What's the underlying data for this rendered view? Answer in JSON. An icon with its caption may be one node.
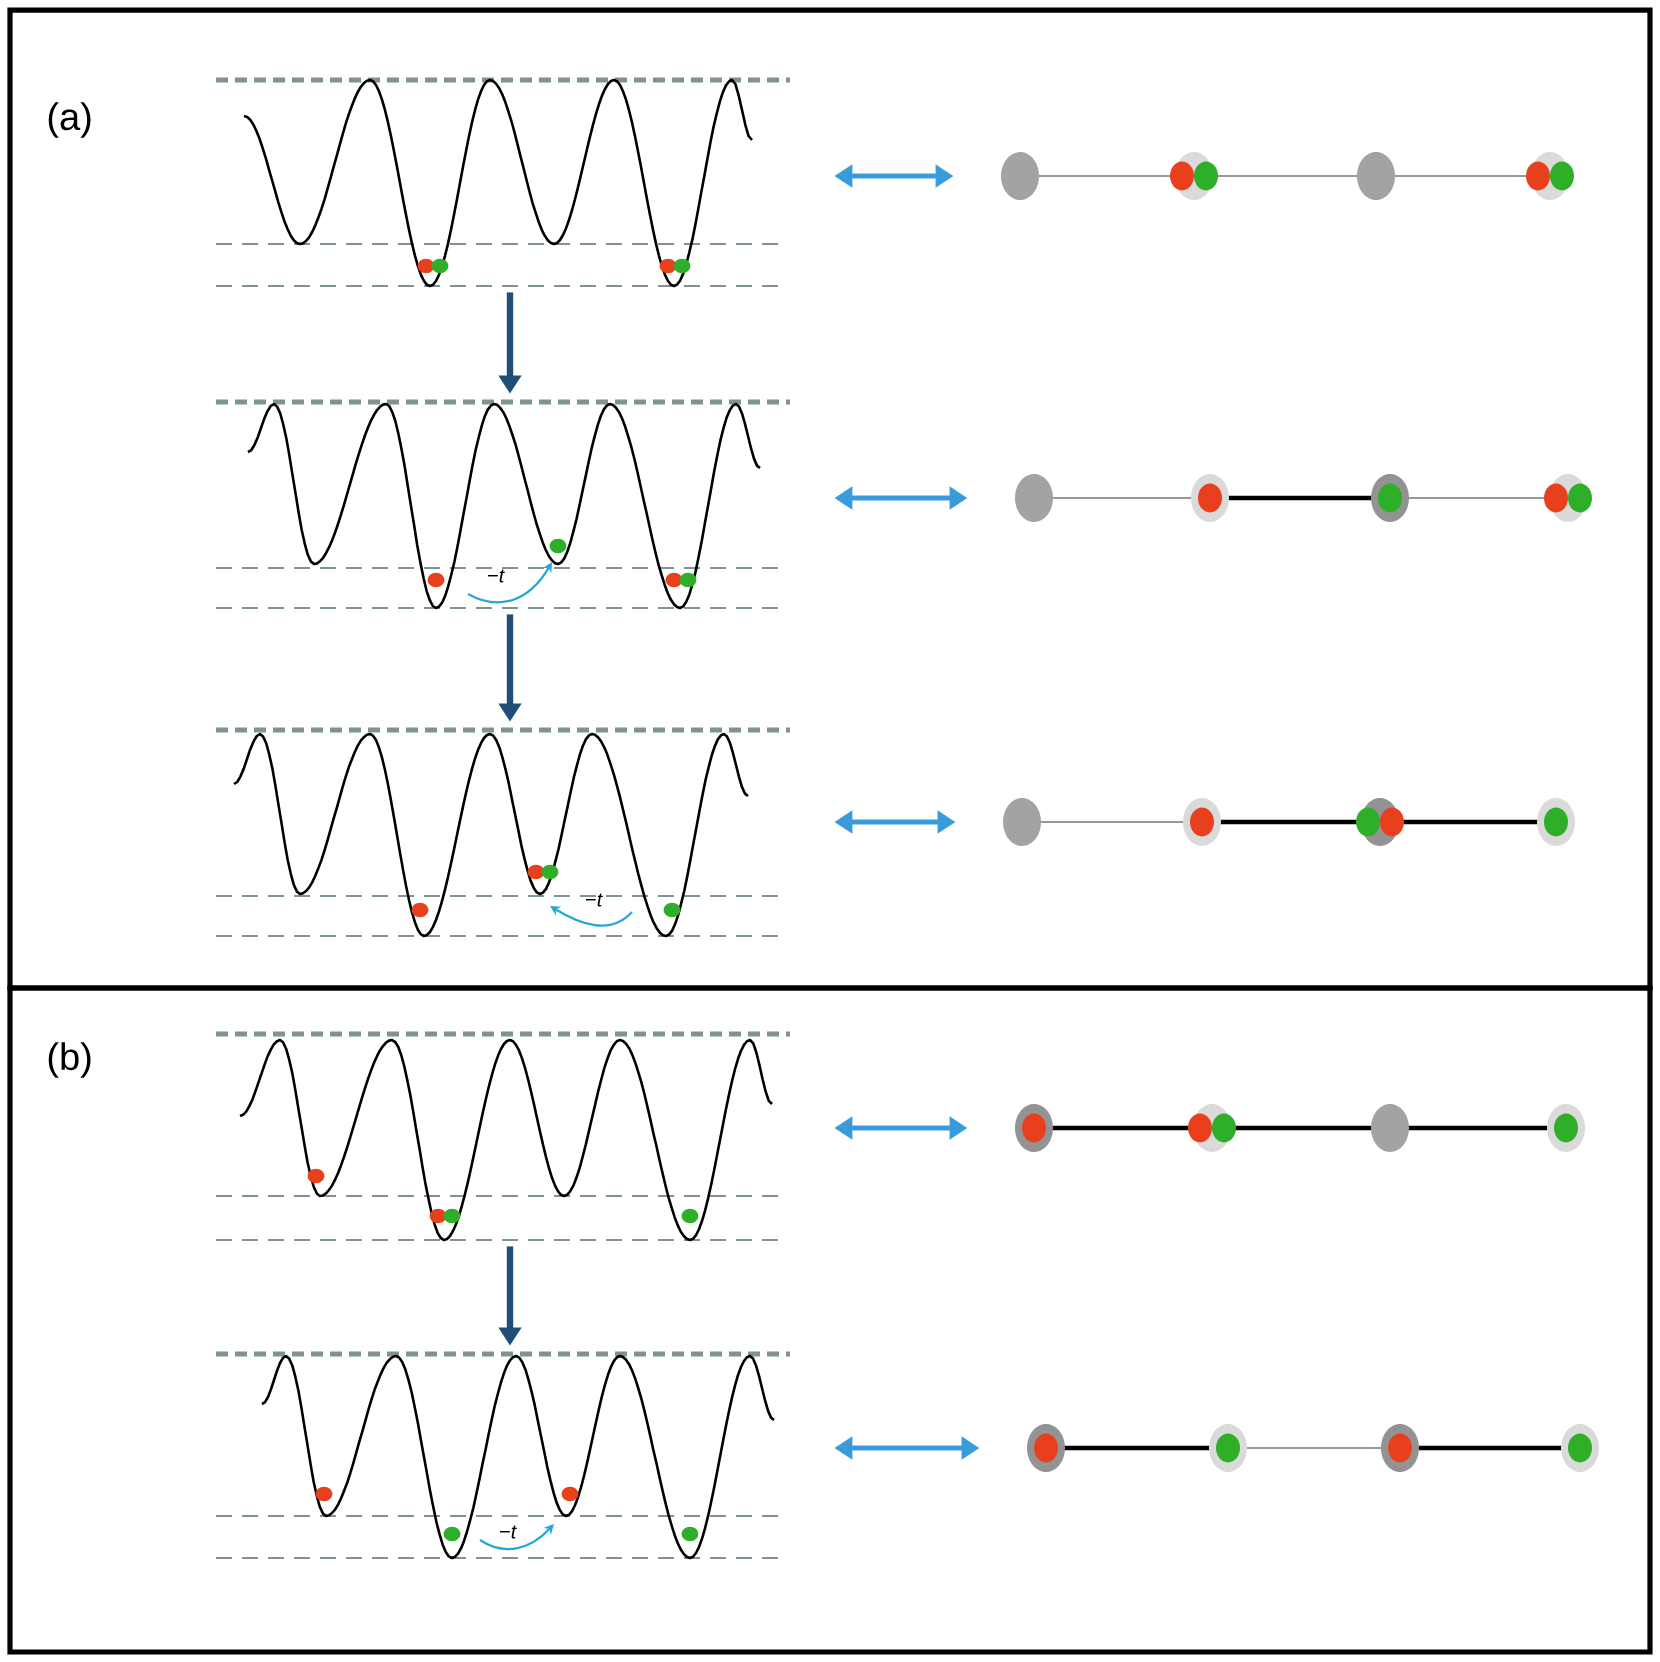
{
  "diagram": {
    "nodes": [
      {
        "text": [
          "(a)"
        ]
      },
      {
        "text": [],
        "shape": "picture",
        "in": 0
      },
      {
        "text": [],
        "shape": "picture",
        "in": 0
      },
      {
        "text": [],
        "shape": "picture",
        "in": 0
      },
      {
        "text": [],
        "shape": "picture",
        "in": 0
      },
      {
        "text": [],
        "shape": "picture",
        "in": 0
      },
      {
        "text": [],
        "shape": "picture",
        "in": 0
      },
      {
        "text": [
          "(b)"
        ]
      },
      {
        "text": [],
        "shape": "picture",
        "in": 7
      },
      {
        "text": [],
        "shape": "picture",
        "in": 7
      },
      {
        "text": [],
        "shape": "picture",
        "in": 7
      },
      {
        "text": [],
        "shape": "picture",
        "in": 7
      }
    ],
    "edges": [
      {
        "from": 1,
        "to": 2,
        "arrow": "both"
      },
      {
        "from": 1,
        "to": 3,
        "arrow": "to",
        "color": "#1f4e79"
      },
      {
        "from": 3,
        "to": 4,
        "arrow": "both"
      },
      {
        "from": 3,
        "to": 5,
        "arrow": "to",
        "color": "#1f4e79"
      },
      {
        "from": 5,
        "to": 6,
        "arrow": "both"
      },
      {
        "from": 8,
        "to": 9,
        "arrow": "both"
      },
      {
        "from": 8,
        "to": 10,
        "arrow": "to",
        "color": "#1f4e79"
      },
      {
        "from": 10,
        "to": 11,
        "arrow": "both"
      }
    ],
    "labels": [
      "−*t*",
      "−*t*",
      "−*t*"
    ]
  }
}
